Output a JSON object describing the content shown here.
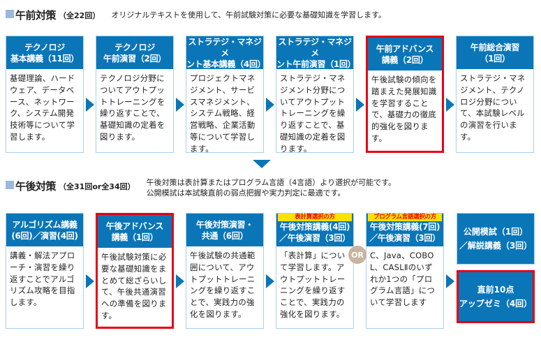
{
  "am": {
    "title": "午前対策",
    "count": "（全22回）",
    "desc": "オリジナルテキストを使用して、午前試験対策に必要な基礎知識を学習します。",
    "boxes": [
      {
        "h1": "テクノロジ",
        "h2": "基本講義（11回）",
        "body": "基礎理論、ハードウェア、データベース、ネットワーク、システム開発技術等について学習します。"
      },
      {
        "h1": "テクノロジ",
        "h2": "午前演習（2回）",
        "body": "テクノロジ分野についてアウトプットトレーニングを繰り返すことで、基礎知識の定着を図ります。"
      },
      {
        "h1": "ストラテジ・マネジメ",
        "h2": "ント基本講義（4回）",
        "body": "プロジェクトマネジメント、サービスマネジメント、システム戦略、経営戦略、企業活動等について学習します。"
      },
      {
        "h1": "ストラテジ・マネジメ",
        "h2": "ント午前演習（1回）",
        "body": "ストラテジ・マネジメント分野についてアウトプットトレーニングを繰り返すことで、基礎知識の定着を図ります。"
      },
      {
        "h1": "午前アドバンス",
        "h2": "講義（2回）",
        "body": "午後試験の傾向を踏まえた発展知識を学習することで、基礎力の徹底的強化を図ります。"
      },
      {
        "h1": "午前総合演習",
        "h2": "（1回）",
        "body": "ストラテジ・マネジメント、テクノロジ分野について、本試験レベルの演習を行います。"
      }
    ]
  },
  "pm": {
    "title": "午後対策",
    "count": "（全31回or全34回）",
    "desc1": "午後対策は表計算またはプログラム言語（4言語）より選択が可能です。",
    "desc2": "公開模試は本試験直前の弱点把握や実力判定に最適です。",
    "boxes": [
      {
        "h1": "アルゴリズム講義",
        "h2": "(6回)／演習(4回)",
        "body": "講義・解法アプローチ・演習を繰り返すことでアルゴリズム攻略を目指します。"
      },
      {
        "h1": "午後アドバンス",
        "h2": "講義（1回）",
        "body": "午後試験対策に必要な基礎知識をまとめて総ざらいして、午後共通演習への準備を図ります。"
      },
      {
        "h1": "午後対策演習・",
        "h2": "共通（6回）",
        "body": "午後試験の共通範囲について、アウトプットトレーニングを繰り返すことで、実践力の強化を図ります。"
      },
      {
        "tag": "表計算選択の方",
        "h1": "午後対策講義(4回)",
        "h2": "／午後演習（3回）",
        "body": "「表計算」について学習します。アウトプットトレーニングを繰り返すことで、実践力の強化を図ります。"
      },
      {
        "tag": "プログラム言語選択の方",
        "h1": "午後対策講義(7回)",
        "h2": "／午後演習（3回）",
        "body": "C、Java、COBOL、CASLⅡのいずれか1つの「プログラム言語」について学習します"
      }
    ],
    "or": "OR",
    "mock": {
      "h1": "公開模試（1回）",
      "h2": "／解説講義（3回）"
    },
    "zemi": {
      "h1": "直前10点",
      "h2": "アップゼミ（4回）"
    }
  }
}
